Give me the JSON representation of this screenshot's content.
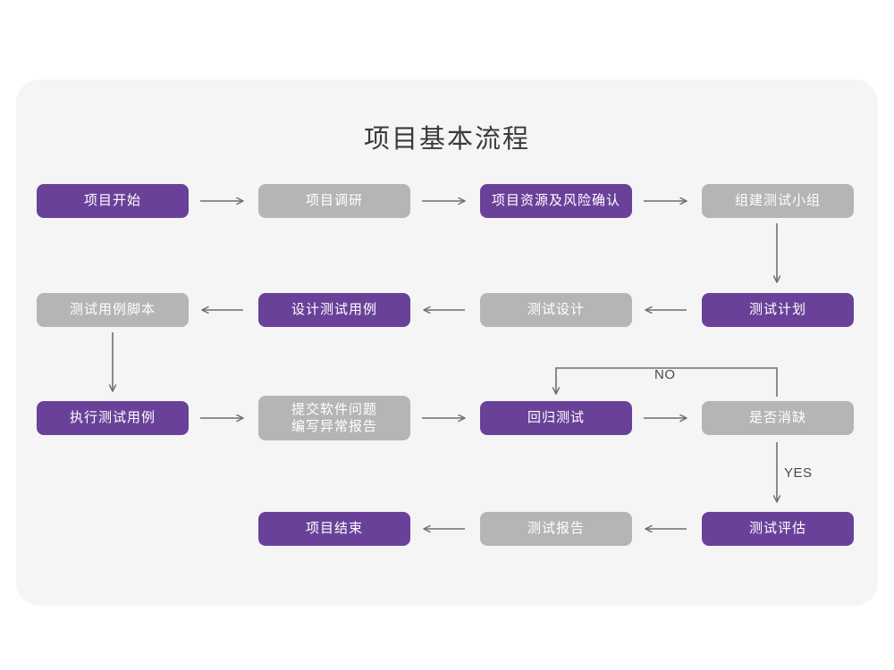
{
  "page": {
    "title": "项目基本流程",
    "background": "#ffffff",
    "card_background": "#f5f5f6"
  },
  "colors": {
    "purple": "#6a4199",
    "gray": "#b5b5b5",
    "node_text": "#ffffff",
    "title_text": "#3a3a3a",
    "connector": "#6f6f6f",
    "label_text": "#4a4a4a"
  },
  "chart_data": {
    "type": "diagram",
    "title": "项目基本流程",
    "nodes": [
      {
        "id": "n1",
        "label": "项目开始",
        "style": "purple",
        "row": 1,
        "col": 1
      },
      {
        "id": "n2",
        "label": "项目调研",
        "style": "gray",
        "row": 1,
        "col": 2
      },
      {
        "id": "n3",
        "label": "项目资源及风险确认",
        "style": "purple",
        "row": 1,
        "col": 3
      },
      {
        "id": "n4",
        "label": "组建测试小组",
        "style": "gray",
        "row": 1,
        "col": 4
      },
      {
        "id": "n5",
        "label": "测试用例脚本",
        "style": "gray",
        "row": 2,
        "col": 1
      },
      {
        "id": "n6",
        "label": "设计测试用例",
        "style": "purple",
        "row": 2,
        "col": 2
      },
      {
        "id": "n7",
        "label": "测试设计",
        "style": "gray",
        "row": 2,
        "col": 3
      },
      {
        "id": "n8",
        "label": "测试计划",
        "style": "purple",
        "row": 2,
        "col": 4
      },
      {
        "id": "n9",
        "label": "执行测试用例",
        "style": "purple",
        "row": 3,
        "col": 1
      },
      {
        "id": "n10",
        "label": "提交软件问题\n编写异常报告",
        "style": "gray",
        "row": 3,
        "col": 2
      },
      {
        "id": "n11",
        "label": "回归测试",
        "style": "purple",
        "row": 3,
        "col": 3
      },
      {
        "id": "n12",
        "label": "是否消缺",
        "style": "gray",
        "row": 3,
        "col": 4
      },
      {
        "id": "n13",
        "label": "项目结束",
        "style": "purple",
        "row": 4,
        "col": 2
      },
      {
        "id": "n14",
        "label": "测试报告",
        "style": "gray",
        "row": 4,
        "col": 3
      },
      {
        "id": "n15",
        "label": "测试评估",
        "style": "purple",
        "row": 4,
        "col": 4
      }
    ],
    "edges": [
      {
        "from": "n1",
        "to": "n2",
        "dir": "right",
        "label": ""
      },
      {
        "from": "n2",
        "to": "n3",
        "dir": "right",
        "label": ""
      },
      {
        "from": "n3",
        "to": "n4",
        "dir": "right",
        "label": ""
      },
      {
        "from": "n4",
        "to": "n8",
        "dir": "down",
        "label": ""
      },
      {
        "from": "n8",
        "to": "n7",
        "dir": "left",
        "label": ""
      },
      {
        "from": "n7",
        "to": "n6",
        "dir": "left",
        "label": ""
      },
      {
        "from": "n6",
        "to": "n5",
        "dir": "left",
        "label": ""
      },
      {
        "from": "n5",
        "to": "n9",
        "dir": "down",
        "label": ""
      },
      {
        "from": "n9",
        "to": "n10",
        "dir": "right",
        "label": ""
      },
      {
        "from": "n10",
        "to": "n11",
        "dir": "right",
        "label": ""
      },
      {
        "from": "n11",
        "to": "n12",
        "dir": "right",
        "label": ""
      },
      {
        "from": "n12",
        "to": "n11",
        "dir": "loop-up",
        "label": "NO"
      },
      {
        "from": "n12",
        "to": "n15",
        "dir": "down",
        "label": "YES"
      },
      {
        "from": "n15",
        "to": "n14",
        "dir": "left",
        "label": ""
      },
      {
        "from": "n14",
        "to": "n13",
        "dir": "left",
        "label": ""
      }
    ],
    "edge_labels": [
      "NO",
      "YES"
    ]
  }
}
